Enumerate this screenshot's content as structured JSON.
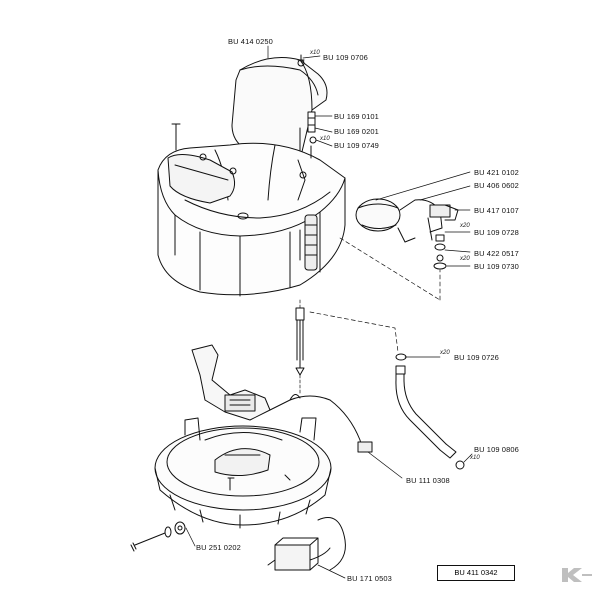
{
  "drawing_ref": "BU 411 0342",
  "parts": [
    {
      "code": "BU 414 0250"
    },
    {
      "code": "BU 109 0706",
      "qty": "x10"
    },
    {
      "code": "BU 169 0101"
    },
    {
      "code": "BU 169 0201"
    },
    {
      "code": "BU 109 0749",
      "qty": "x10"
    },
    {
      "code": "BU 421 0102"
    },
    {
      "code": "BU 406 0602"
    },
    {
      "code": "BU 417 0107"
    },
    {
      "code": "BU 109 0728",
      "qty": "x20"
    },
    {
      "code": "BU 422 0517"
    },
    {
      "code": "BU 109 0730",
      "qty": "x20"
    },
    {
      "code": "BU 109 0726",
      "qty": "x20"
    },
    {
      "code": "BU 109 0806",
      "qty": "x10"
    },
    {
      "code": "BU 111 0308"
    },
    {
      "code": "BU 251 0202"
    },
    {
      "code": "BU 171 0503"
    }
  ],
  "logo": {
    "name": "brand-logo",
    "color": "#bfbfbf"
  }
}
